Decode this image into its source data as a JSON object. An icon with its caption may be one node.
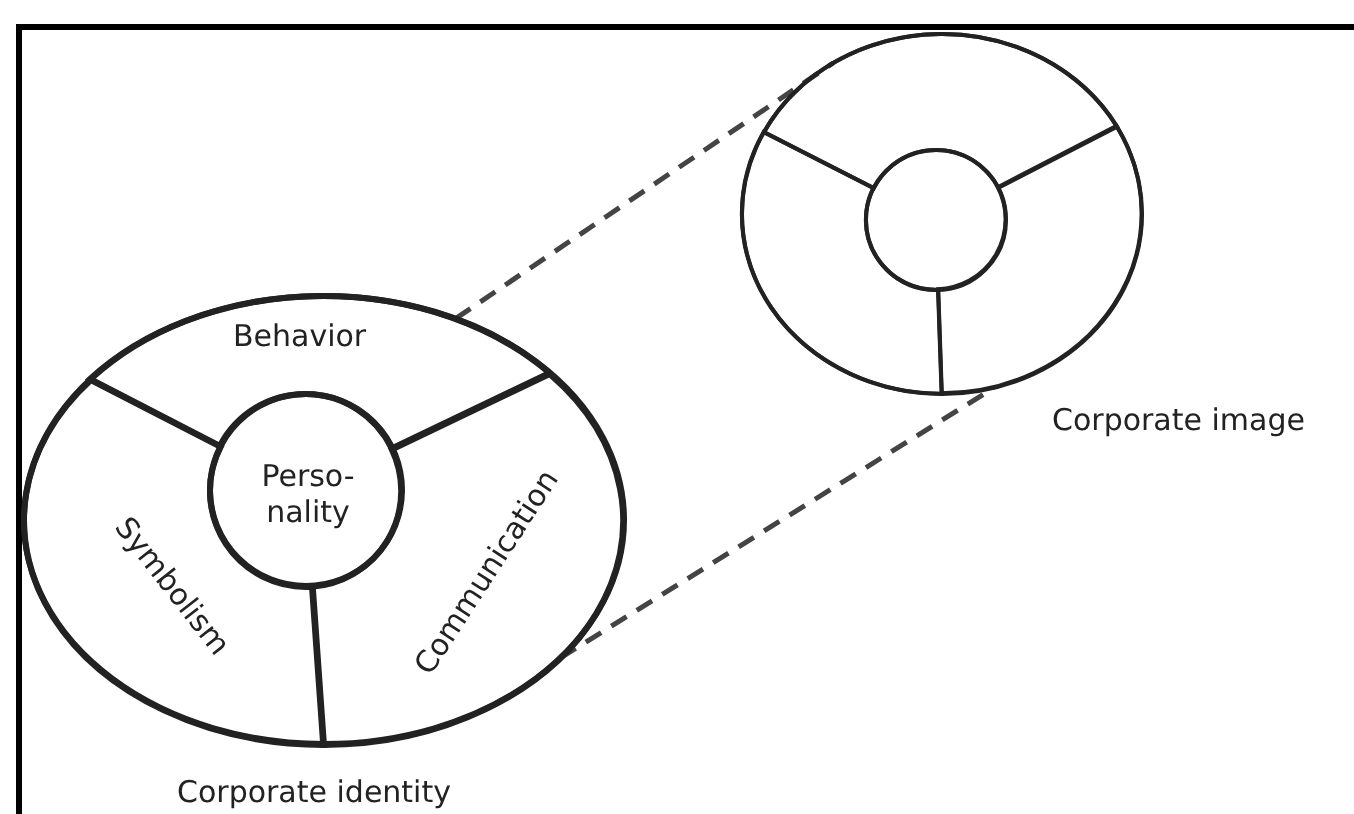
{
  "diagram": {
    "nodes": [
      {
        "text": [
          "Corporate identity"
        ]
      },
      {
        "text": [
          "Behavior"
        ],
        "in": 0
      },
      {
        "text": [
          "Perso- nality"
        ],
        "in": 0
      },
      {
        "text": [
          "Symbolism"
        ],
        "in": 0
      },
      {
        "text": [
          "Communication"
        ],
        "in": 0
      },
      {
        "text": [
          "Corporate image"
        ]
      },
      {
        "text": [],
        "shape": "sector",
        "in": 5
      },
      {
        "text": [],
        "shape": "circle",
        "in": 5
      },
      {
        "text": [],
        "shape": "sector",
        "in": 5
      },
      {
        "text": [],
        "shape": "sector",
        "in": 5
      }
    ],
    "edges": [
      {
        "from": 0,
        "to": 5,
        "arrow": "none",
        "style": "dashed"
      },
      {
        "from": 0,
        "to": 5,
        "arrow": "none",
        "style": "dashed"
      }
    ]
  }
}
